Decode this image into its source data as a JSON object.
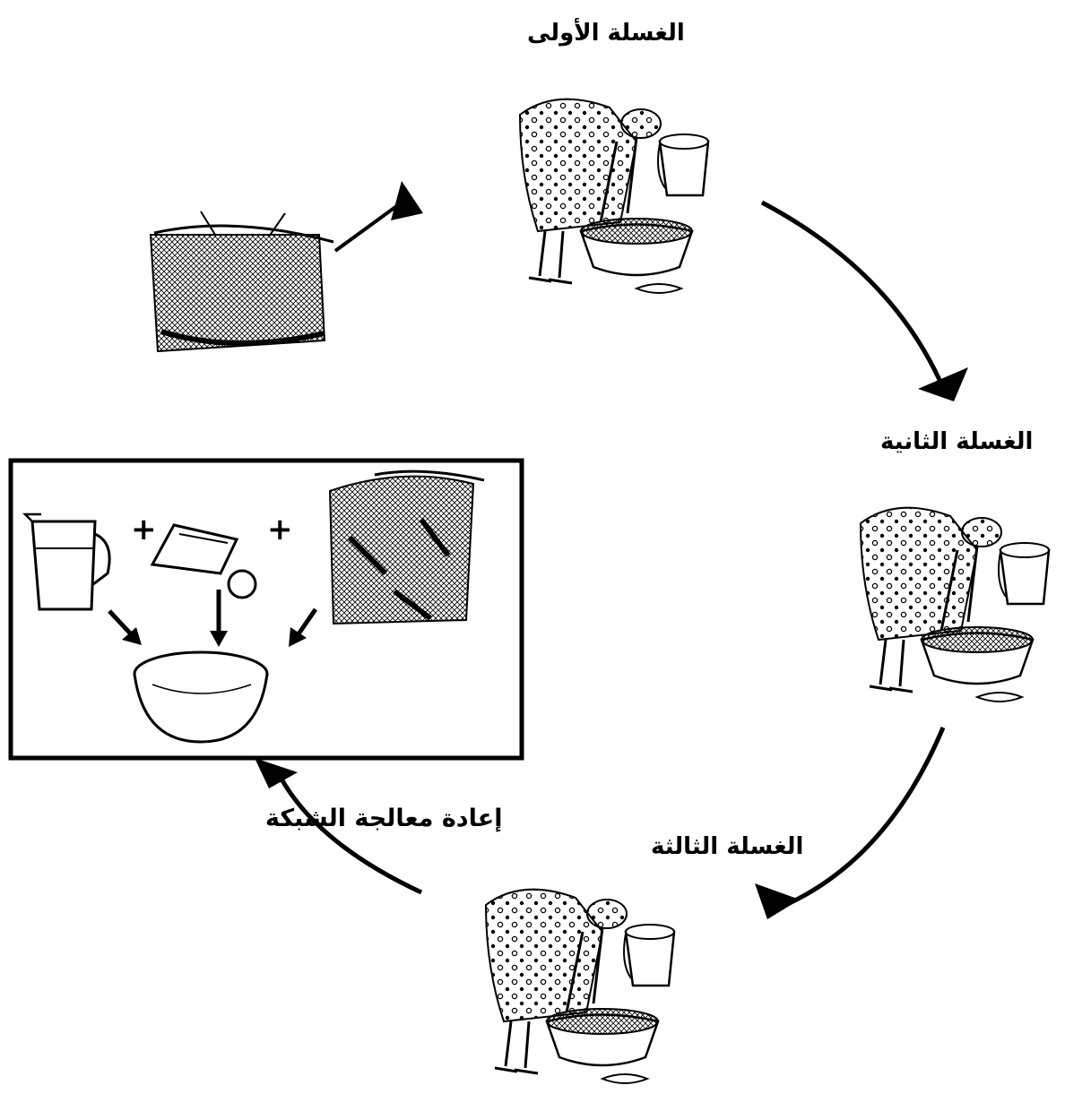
{
  "labels": {
    "first_wash": "الغسلة الأولى",
    "second_wash": "الغسلة الثانية",
    "third_wash": "الغسلة الثالثة",
    "retreatment": "إعادة معالجة الشبكة"
  },
  "plus_sign": "+",
  "colors": {
    "ink": "#000000",
    "background": "#ffffff"
  },
  "icons": [
    "bed-net-icon",
    "woman-washing-icon",
    "bucket-icon",
    "basin-icon",
    "soap-icon",
    "jug-icon",
    "insecticide-sachet-icon",
    "treated-net-icon"
  ]
}
